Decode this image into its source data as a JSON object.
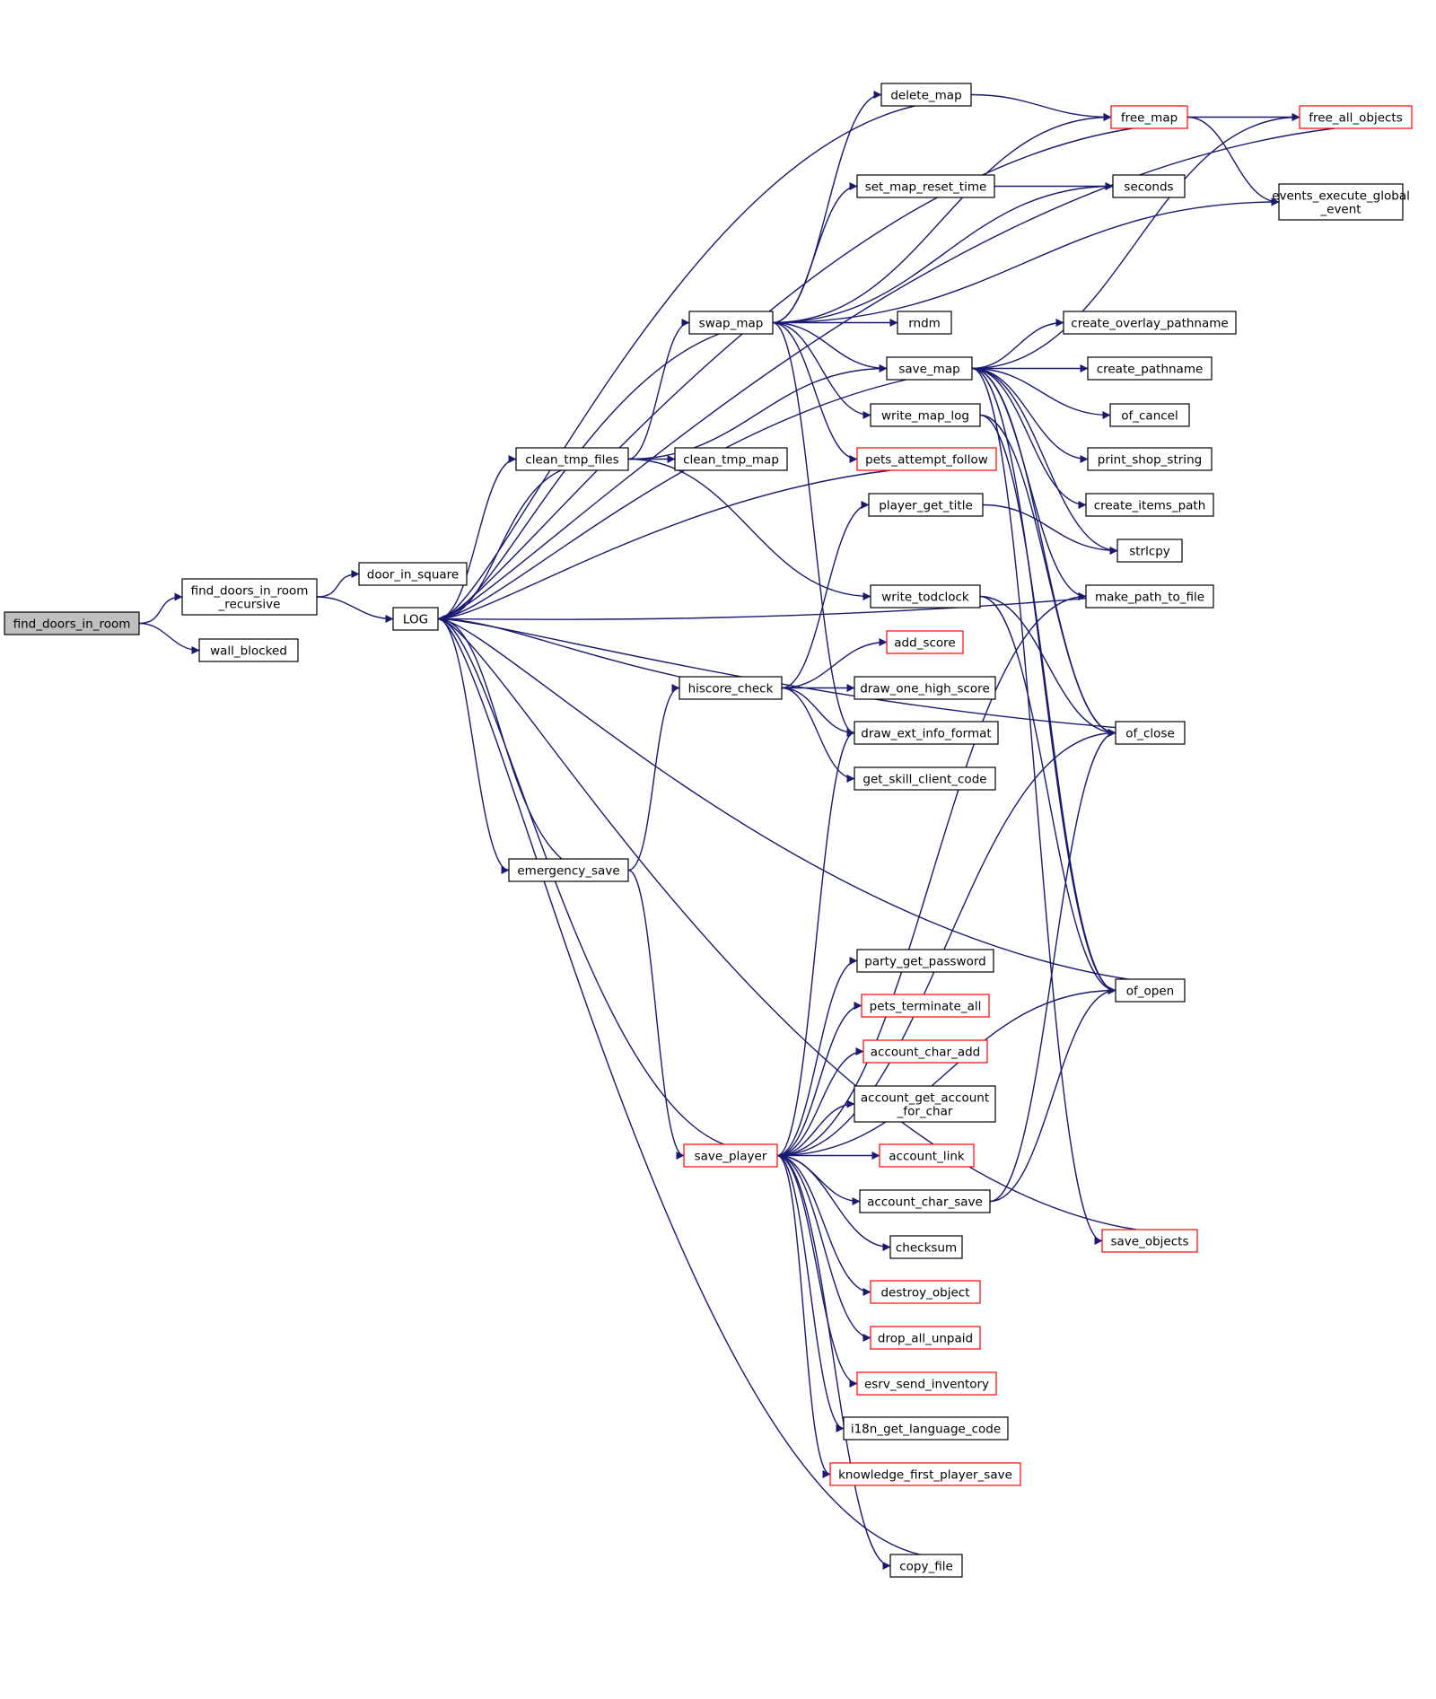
{
  "colors": {
    "edge": "#191970",
    "node_border": "#000000",
    "node_border_truncated": "#ff0000",
    "root_fill": "#bfbfbf",
    "node_fill": "#ffffff",
    "text": "#000000"
  },
  "nodes": {
    "find_doors_in_room": {
      "label": "find_doors_in_room",
      "root": true
    },
    "find_doors_in_room_recursive": {
      "label": "find_doors_in_room\n_recursive"
    },
    "wall_blocked": {
      "label": "wall_blocked"
    },
    "door_in_square": {
      "label": "door_in_square"
    },
    "LOG": {
      "label": "LOG"
    },
    "clean_tmp_files": {
      "label": "clean_tmp_files"
    },
    "clean_tmp_map": {
      "label": "clean_tmp_map"
    },
    "emergency_save": {
      "label": "emergency_save"
    },
    "swap_map": {
      "label": "swap_map"
    },
    "hiscore_check": {
      "label": "hiscore_check"
    },
    "save_player": {
      "label": "save_player",
      "truncated": true
    },
    "delete_map": {
      "label": "delete_map"
    },
    "set_map_reset_time": {
      "label": "set_map_reset_time"
    },
    "rndm": {
      "label": "rndm"
    },
    "save_map": {
      "label": "save_map"
    },
    "write_map_log": {
      "label": "write_map_log"
    },
    "pets_attempt_follow": {
      "label": "pets_attempt_follow",
      "truncated": true
    },
    "player_get_title": {
      "label": "player_get_title"
    },
    "write_todclock": {
      "label": "write_todclock"
    },
    "add_score": {
      "label": "add_score",
      "truncated": true
    },
    "draw_one_high_score": {
      "label": "draw_one_high_score"
    },
    "draw_ext_info_format": {
      "label": "draw_ext_info_format"
    },
    "get_skill_client_code": {
      "label": "get_skill_client_code"
    },
    "party_get_password": {
      "label": "party_get_password"
    },
    "pets_terminate_all": {
      "label": "pets_terminate_all",
      "truncated": true
    },
    "account_char_add": {
      "label": "account_char_add",
      "truncated": true
    },
    "account_get_account_for_char": {
      "label": "account_get_account\n_for_char"
    },
    "account_link": {
      "label": "account_link",
      "truncated": true
    },
    "account_char_save": {
      "label": "account_char_save"
    },
    "checksum": {
      "label": "checksum"
    },
    "destroy_object": {
      "label": "destroy_object",
      "truncated": true
    },
    "drop_all_unpaid": {
      "label": "drop_all_unpaid",
      "truncated": true
    },
    "esrv_send_inventory": {
      "label": "esrv_send_inventory",
      "truncated": true
    },
    "i18n_get_language_code": {
      "label": "i18n_get_language_code"
    },
    "knowledge_first_player_save": {
      "label": "knowledge_first_player_save",
      "truncated": true
    },
    "copy_file": {
      "label": "copy_file"
    },
    "free_map": {
      "label": "free_map",
      "truncated": true
    },
    "seconds": {
      "label": "seconds"
    },
    "create_overlay_pathname": {
      "label": "create_overlay_pathname"
    },
    "create_pathname": {
      "label": "create_pathname"
    },
    "of_cancel": {
      "label": "of_cancel"
    },
    "print_shop_string": {
      "label": "print_shop_string"
    },
    "create_items_path": {
      "label": "create_items_path"
    },
    "strlcpy": {
      "label": "strlcpy"
    },
    "make_path_to_file": {
      "label": "make_path_to_file"
    },
    "of_close": {
      "label": "of_close"
    },
    "of_open": {
      "label": "of_open"
    },
    "save_objects": {
      "label": "save_objects",
      "truncated": true
    },
    "free_all_objects": {
      "label": "free_all_objects",
      "truncated": true
    },
    "events_execute_global_event": {
      "label": "events_execute_global\n_event"
    }
  },
  "edges": [
    [
      "find_doors_in_room",
      "find_doors_in_room_recursive"
    ],
    [
      "find_doors_in_room",
      "wall_blocked"
    ],
    [
      "find_doors_in_room_recursive",
      "door_in_square"
    ],
    [
      "find_doors_in_room_recursive",
      "LOG"
    ],
    [
      "LOG",
      "clean_tmp_files"
    ],
    [
      "LOG",
      "emergency_save"
    ],
    [
      "clean_tmp_files",
      "LOG"
    ],
    [
      "clean_tmp_files",
      "clean_tmp_map"
    ],
    [
      "clean_tmp_files",
      "swap_map"
    ],
    [
      "clean_tmp_files",
      "save_map"
    ],
    [
      "clean_tmp_files",
      "write_todclock"
    ],
    [
      "emergency_save",
      "LOG"
    ],
    [
      "emergency_save",
      "hiscore_check"
    ],
    [
      "emergency_save",
      "save_player"
    ],
    [
      "swap_map",
      "LOG"
    ],
    [
      "swap_map",
      "delete_map"
    ],
    [
      "swap_map",
      "free_map"
    ],
    [
      "swap_map",
      "set_map_reset_time"
    ],
    [
      "swap_map",
      "seconds"
    ],
    [
      "swap_map",
      "events_execute_global_event"
    ],
    [
      "swap_map",
      "rndm"
    ],
    [
      "swap_map",
      "save_map"
    ],
    [
      "swap_map",
      "write_map_log"
    ],
    [
      "swap_map",
      "pets_attempt_follow"
    ],
    [
      "swap_map",
      "draw_ext_info_format"
    ],
    [
      "delete_map",
      "LOG"
    ],
    [
      "delete_map",
      "free_map"
    ],
    [
      "free_map",
      "LOG"
    ],
    [
      "free_map",
      "free_all_objects"
    ],
    [
      "free_map",
      "events_execute_global_event"
    ],
    [
      "free_all_objects",
      "LOG"
    ],
    [
      "set_map_reset_time",
      "seconds"
    ],
    [
      "save_map",
      "LOG"
    ],
    [
      "save_map",
      "free_all_objects"
    ],
    [
      "save_map",
      "create_overlay_pathname"
    ],
    [
      "save_map",
      "create_pathname"
    ],
    [
      "save_map",
      "of_cancel"
    ],
    [
      "save_map",
      "print_shop_string"
    ],
    [
      "save_map",
      "create_items_path"
    ],
    [
      "save_map",
      "strlcpy"
    ],
    [
      "save_map",
      "make_path_to_file"
    ],
    [
      "save_map",
      "of_close"
    ],
    [
      "save_map",
      "of_open"
    ],
    [
      "save_map",
      "save_objects"
    ],
    [
      "write_map_log",
      "of_close"
    ],
    [
      "write_map_log",
      "of_open"
    ],
    [
      "write_todclock",
      "of_close"
    ],
    [
      "write_todclock",
      "of_open"
    ],
    [
      "pets_attempt_follow",
      "LOG"
    ],
    [
      "hiscore_check",
      "LOG"
    ],
    [
      "hiscore_check",
      "player_get_title"
    ],
    [
      "hiscore_check",
      "add_score"
    ],
    [
      "hiscore_check",
      "draw_one_high_score"
    ],
    [
      "hiscore_check",
      "draw_ext_info_format"
    ],
    [
      "hiscore_check",
      "get_skill_client_code"
    ],
    [
      "player_get_title",
      "strlcpy"
    ],
    [
      "make_path_to_file",
      "LOG"
    ],
    [
      "of_close",
      "LOG"
    ],
    [
      "of_open",
      "LOG"
    ],
    [
      "save_objects",
      "LOG"
    ],
    [
      "save_player",
      "LOG"
    ],
    [
      "save_player",
      "draw_ext_info_format"
    ],
    [
      "save_player",
      "make_path_to_file"
    ],
    [
      "save_player",
      "of_close"
    ],
    [
      "save_player",
      "party_get_password"
    ],
    [
      "save_player",
      "pets_terminate_all"
    ],
    [
      "save_player",
      "account_char_add"
    ],
    [
      "save_player",
      "account_get_account_for_char"
    ],
    [
      "save_player",
      "account_link"
    ],
    [
      "save_player",
      "account_char_save"
    ],
    [
      "save_player",
      "checksum"
    ],
    [
      "save_player",
      "destroy_object"
    ],
    [
      "save_player",
      "drop_all_unpaid"
    ],
    [
      "save_player",
      "esrv_send_inventory"
    ],
    [
      "save_player",
      "i18n_get_language_code"
    ],
    [
      "save_player",
      "knowledge_first_player_save"
    ],
    [
      "save_player",
      "copy_file"
    ],
    [
      "save_player",
      "of_open"
    ],
    [
      "account_char_save",
      "of_close"
    ],
    [
      "account_char_save",
      "of_open"
    ],
    [
      "copy_file",
      "LOG"
    ]
  ]
}
